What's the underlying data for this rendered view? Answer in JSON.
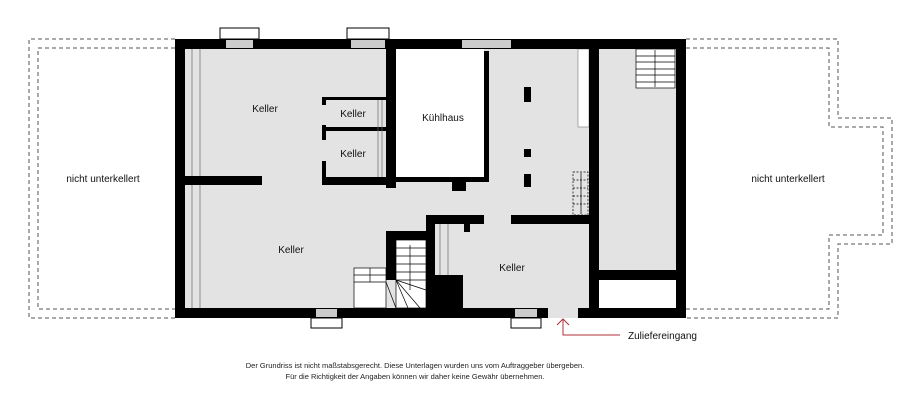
{
  "plan": {
    "rooms": {
      "keller_top_left": "Keller",
      "keller_small_1": "Keller",
      "keller_small_2": "Keller",
      "kuehlhaus": "Kühlhaus",
      "keller_bottom_left": "Keller",
      "keller_bottom_right": "Keller",
      "not_basement_left": "nicht unterkellert",
      "not_basement_right": "nicht unterkellert"
    },
    "entrance_label": "Zuliefereingang",
    "colors": {
      "wall": "#000000",
      "floor": "#e3e3e3",
      "entrance_arrow": "#b0303a",
      "dashed_outline": "#555555"
    }
  },
  "disclaimer": {
    "line1": "Der Grundriss ist nicht maßstabsgerecht. Diese Unterlagen wurden uns vom Auftraggeber übergeben.",
    "line2": "Für die Richtigkeit der Angaben können wir daher keine Gewähr übernehmen."
  }
}
